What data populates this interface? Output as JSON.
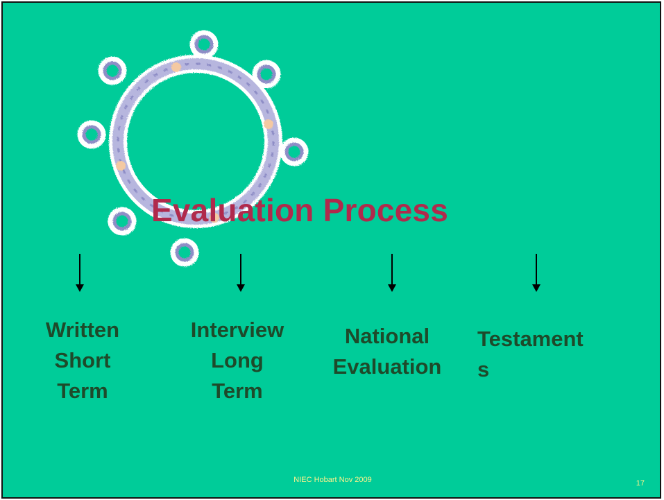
{
  "slide": {
    "title": "Evaluation Process",
    "columns": [
      {
        "lines": [
          "Written",
          "Short",
          "Term"
        ]
      },
      {
        "lines": [
          "Interview",
          "Long",
          "Term"
        ]
      },
      {
        "lines": [
          "National",
          "Evaluation"
        ]
      },
      {
        "lines": [
          "Testament",
          "s"
        ]
      }
    ],
    "footer": "NIEC Hobart Nov 2009",
    "page_number": "17"
  },
  "colors": {
    "background": "#00CC99",
    "title": "#B02A4C",
    "body_text": "#1E4A2A",
    "footer_text": "#FFF38C"
  },
  "icons": {
    "decoration": "ring-with-small-circles-icon",
    "arrow": "arrow-down-icon"
  }
}
